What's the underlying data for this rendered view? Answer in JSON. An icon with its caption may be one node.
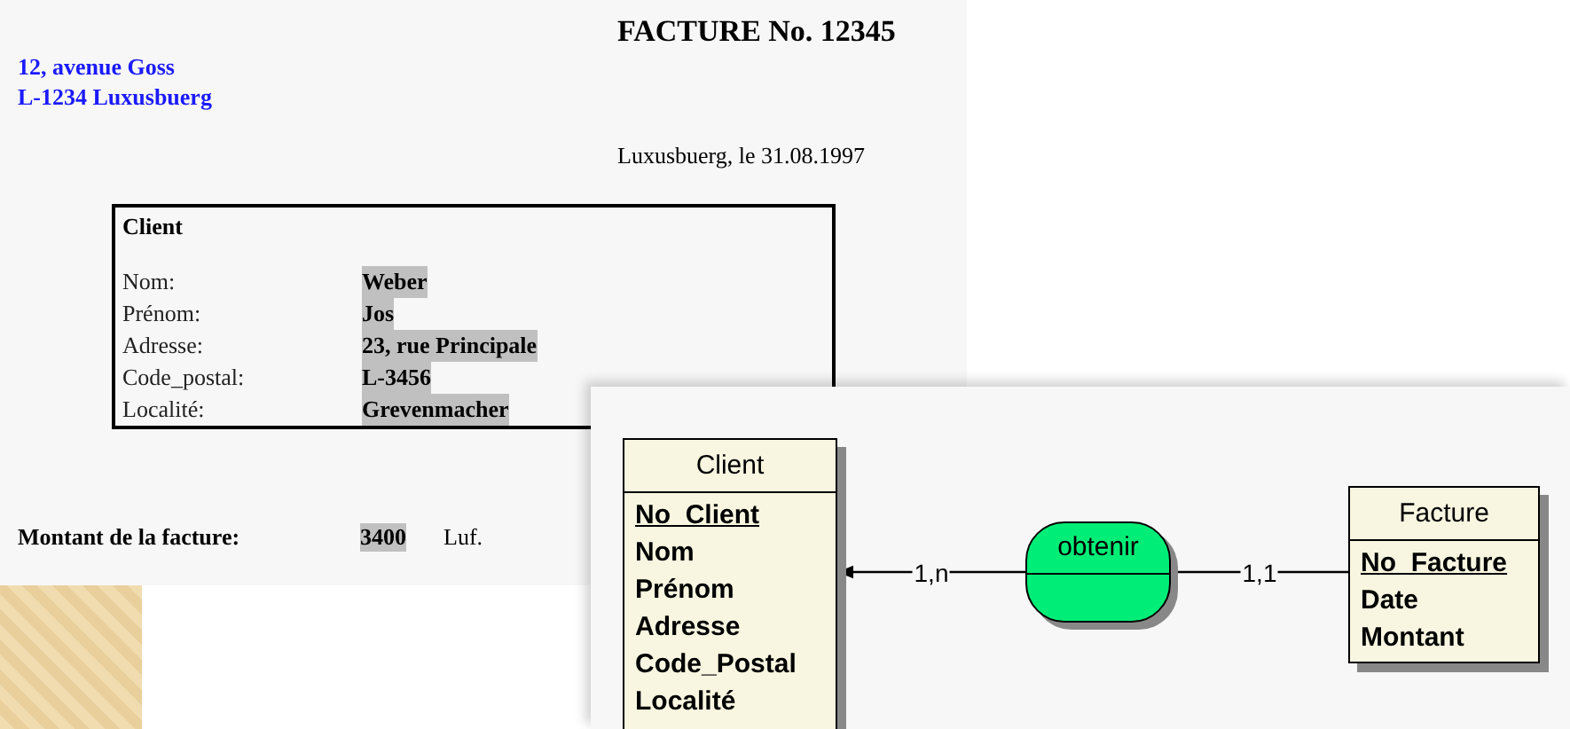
{
  "diagram": {
    "nodes": [
      {
        "text": [
          "Client",
          "Nom:",
          "Weber",
          "Prénom:",
          "Jos",
          "Adresse:",
          "23, rue Principale",
          "Code_postal:",
          "L-3456",
          "Localité:",
          "Grevenmacher"
        ]
      },
      {
        "text": [
          "Client",
          "No_Client",
          "Nom",
          "Prénom",
          "Adresse",
          "Code_Postal",
          "Localité"
        ]
      },
      {
        "text": [
          "obtenir"
        ]
      },
      {
        "text": [
          "Facture",
          "No_Facture",
          "Date",
          "Montant"
        ]
      }
    ],
    "edges": [
      {
        "from": 2,
        "to": 1,
        "arrow": "to",
        "label": "1,n"
      },
      {
        "from": 2,
        "to": 3,
        "arrow": "none",
        "label": "1,1"
      }
    ],
    "labels": [
      "FACTURE No. 12345",
      "12, avenue Goss",
      "L-1234 Luxusbuerg",
      "Luxusbuerg, le 31.08.1997",
      "Montant de la facture:",
      "3400",
      "Luf."
    ]
  }
}
